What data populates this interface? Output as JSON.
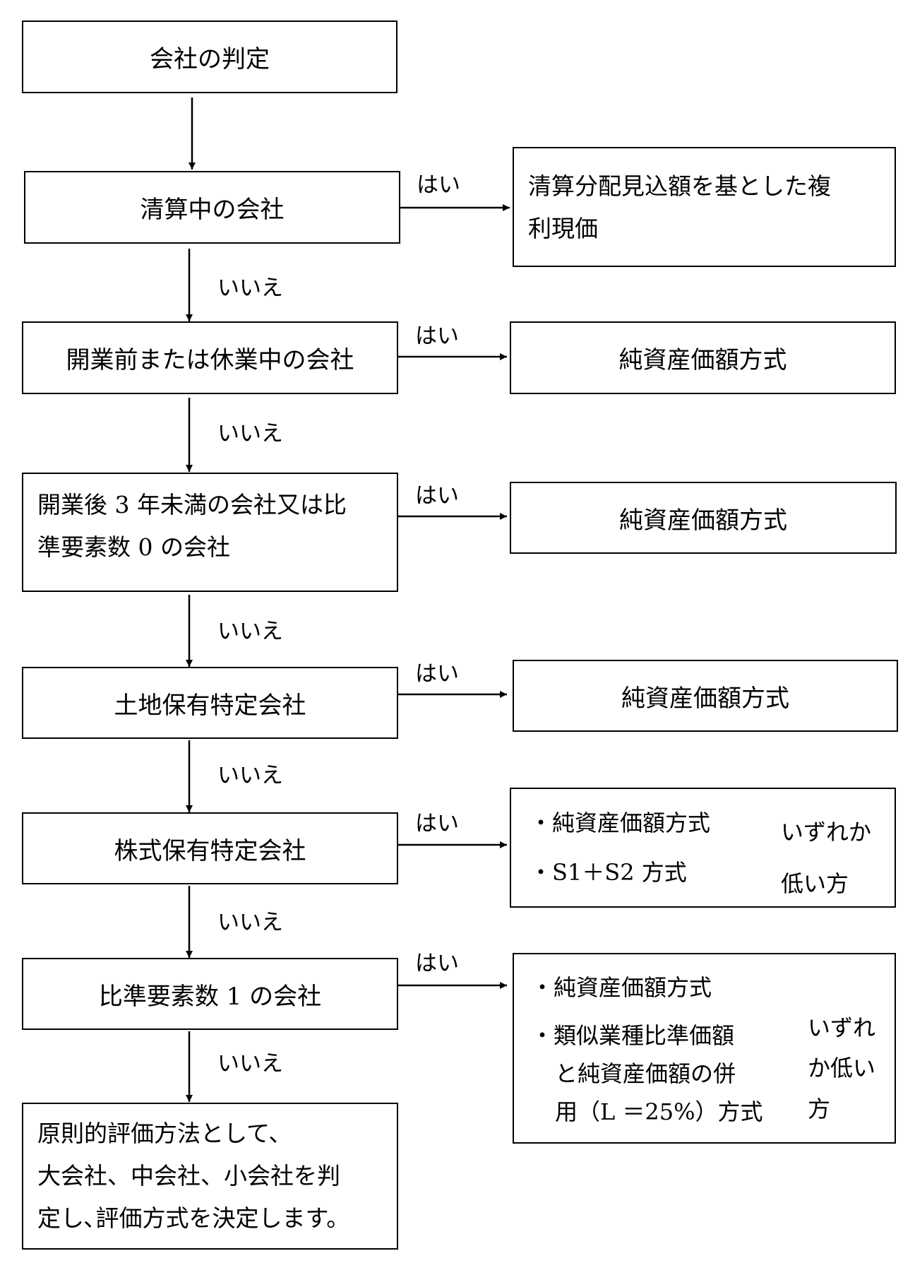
{
  "decision_boxes": {
    "start": "会社の判定",
    "liquidation": "清算中の会社",
    "pre_or_suspended": "開業前または休業中の会社",
    "under3_line1": "開業後 3 年未満の会社又は比",
    "under3_line2": "準要素数 0 の会社",
    "land": "土地保有特定会社",
    "stock": "株式保有特定会社",
    "factor1": "比準要素数 1 の会社",
    "final_line1": "原則的評価方法として、",
    "final_line2": "大会社、中会社、小会社を判",
    "final_line3": "定し､評価方式を決定します。"
  },
  "result_boxes": {
    "liquidation_line1": "清算分配見込額を基とした複",
    "liquidation_line2": "利現価",
    "net_assets_1": "純資産価額方式",
    "net_assets_2": "純資産価額方式",
    "net_assets_3": "純資産価額方式",
    "stock_item1": "・純資産価額方式",
    "stock_item2": "・S1＋S2 方式",
    "stock_note1": "いずれか",
    "stock_note2": "低い方",
    "factor1_item1": "・純資産価額方式",
    "factor1_item2a": "・類似業種比準価額",
    "factor1_item2b": "と純資産価額の併",
    "factor1_item2c": "用（L ＝25%）方式",
    "factor1_note1": "いずれ",
    "factor1_note2": "か低い",
    "factor1_note3": "方"
  },
  "labels": {
    "yes": "はい",
    "no": "いいえ"
  }
}
